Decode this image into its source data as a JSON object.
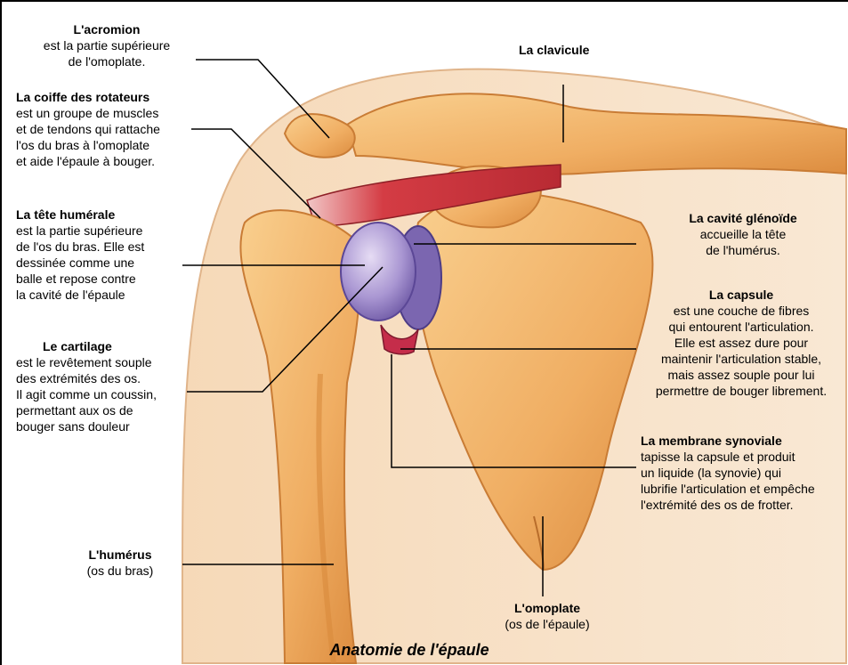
{
  "caption": "Anatomie de l'épaule",
  "labels": {
    "acromion": {
      "title": "L'acromion",
      "lines": [
        "est la partie supérieure",
        "de l'omoplate."
      ]
    },
    "coiffe": {
      "title": "La coiffe des rotateurs",
      "lines": [
        "est un groupe de muscles",
        "et de tendons qui rattache",
        "l'os du bras à l'omoplate",
        "et aide l'épaule à bouger."
      ]
    },
    "tete": {
      "title": "La tête humérale",
      "lines": [
        "est la partie supérieure",
        "de l'os du bras. Elle est",
        "dessinée comme une",
        "balle et repose contre",
        "la cavité de l'épaule"
      ]
    },
    "cartilage": {
      "title": "Le cartilage",
      "lines": [
        "est le revêtement souple",
        "des extrémités des os.",
        "Il agit comme un coussin,",
        "permettant aux os de",
        "bouger sans douleur"
      ]
    },
    "humerus": {
      "title": "L'humérus",
      "lines": [
        "(os du bras)"
      ]
    },
    "clavicule": {
      "title": "La clavicule",
      "lines": []
    },
    "glenoide": {
      "title": "La cavité glénoïde",
      "lines": [
        "accueille la tête",
        "de l'humérus."
      ]
    },
    "capsule": {
      "title": "La capsule",
      "lines": [
        "est une couche de fibres",
        "qui entourent l'articulation.",
        "Elle est assez dure pour",
        "maintenir l'articulation stable,",
        "mais assez souple pour lui",
        "permettre de bouger librement."
      ]
    },
    "synoviale": {
      "title": "La membrane synoviale",
      "lines": [
        "tapisse la capsule et produit",
        "un liquide (la synovie) qui",
        "lubrifie l'articulation et empêche",
        "l'extrémité des os de frotter."
      ]
    },
    "omoplate": {
      "title": "L'omoplate",
      "lines": [
        "(os de l'épaule)"
      ]
    }
  },
  "colors": {
    "bone": "#f2b46a",
    "bone_shade": "#d98a3c",
    "muscle": "#d63a3f",
    "cartilage": "#9a82c8",
    "leader": "#000000"
  }
}
